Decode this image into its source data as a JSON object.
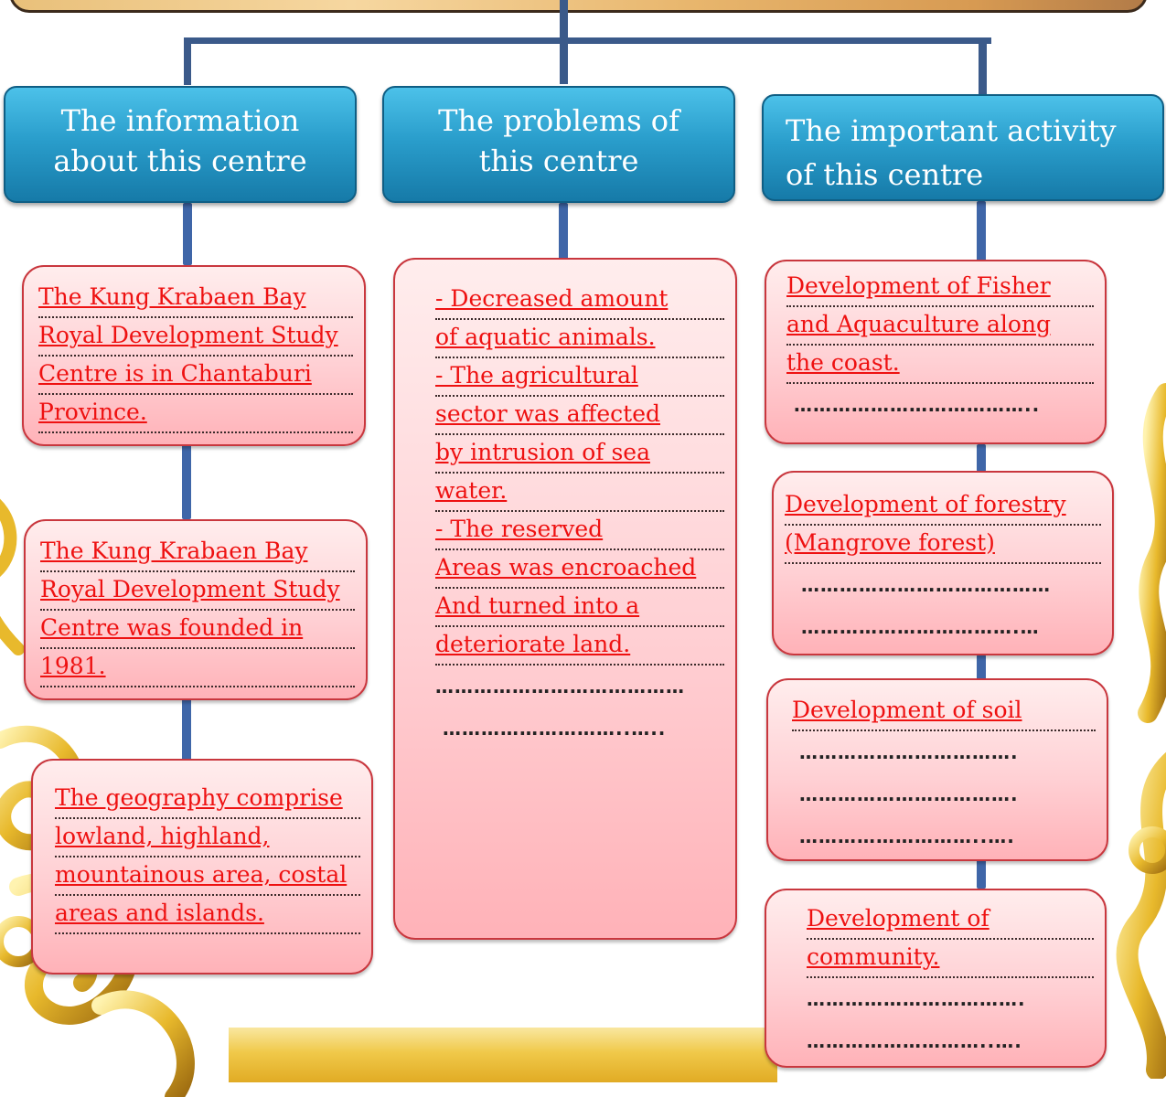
{
  "headers": {
    "left": [
      "The information",
      "about this centre"
    ],
    "middle": [
      "The problems of",
      "this centre"
    ],
    "right": [
      "The important activity",
      "of this centre"
    ]
  },
  "left_column": [
    {
      "lines": [
        "The Kung Krabaen Bay",
        "Royal Development Study",
        "Centre is in Chantaburi",
        "Province."
      ]
    },
    {
      "lines": [
        "The Kung Krabaen Bay",
        "Royal Development Study",
        "Centre  was founded in",
        "1981."
      ]
    },
    {
      "lines": [
        "The geography comprise",
        "lowland, highland,",
        "mountainous area, costal",
        "areas and islands."
      ]
    }
  ],
  "middle_column": {
    "lines": [
      "-    Decreased amount",
      "of aquatic animals.",
      "-    The agricultural",
      "sector was affected",
      "by intrusion of sea",
      "water.",
      "-    The reserved",
      "Areas was encroached",
      "And turned into a",
      "deteriorate land."
    ],
    "blank_lines": [
      "…………………………………",
      "………………………..….."
    ]
  },
  "right_column": [
    {
      "lines": [
        "Development of Fisher",
        "and Aquaculture along",
        "the coast."
      ],
      "blank_lines": [
        "……………………………….."
      ]
    },
    {
      "lines": [
        "Development of forestry",
        "(Mangrove forest)"
      ],
      "blank_lines": [
        "…………………………………",
        "…………………………….…"
      ]
    },
    {
      "lines": [
        "Development of soil"
      ],
      "blank_lines": [
        "…………………………….",
        "…………………………….",
        "………………………..…."
      ]
    },
    {
      "lines": [
        "Development of",
        "community."
      ],
      "blank_lines": [
        "…………………………….",
        "………………………..…."
      ]
    }
  ],
  "colors": {
    "header_fill": "#2a9ecc",
    "box_fill": "#ffd0d4",
    "box_border": "#c9373e",
    "text_red": "#ee1111",
    "connector": "#3b5a8a"
  }
}
